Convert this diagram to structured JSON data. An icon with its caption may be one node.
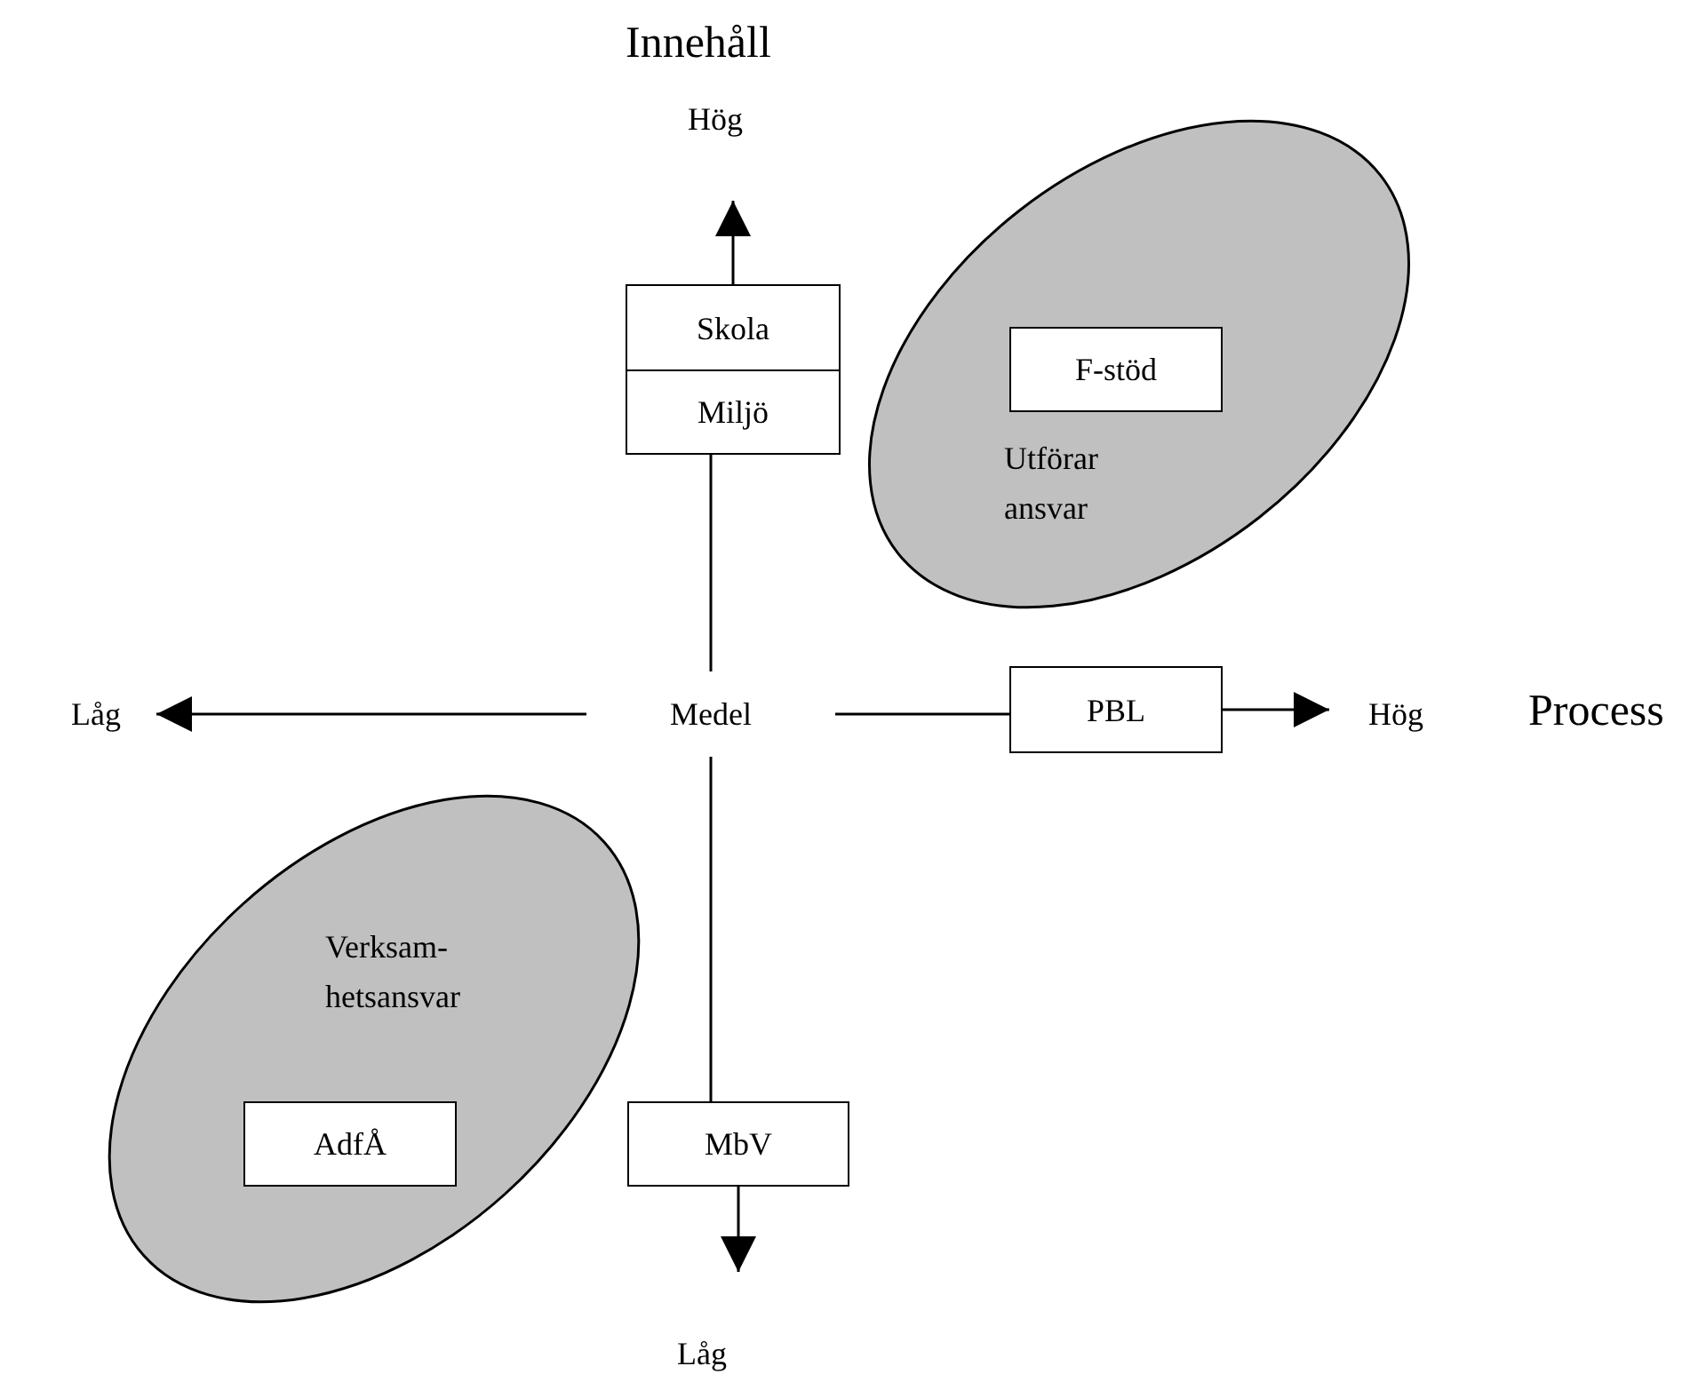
{
  "diagram": {
    "nodes": [
      {
        "text": [
          "Skola"
        ]
      },
      {
        "text": [
          "Miljö"
        ]
      },
      {
        "text": [
          "Utförar ansvar"
        ]
      },
      {
        "text": [
          "F-stöd"
        ],
        "in": 2
      },
      {
        "text": [
          "Medel"
        ]
      },
      {
        "text": [
          "PBL"
        ]
      },
      {
        "text": [
          "Verksam- hetsansvar"
        ]
      },
      {
        "text": [
          "AdfÅ"
        ],
        "in": 6
      },
      {
        "text": [
          "MbV"
        ]
      }
    ],
    "edges": [
      {
        "from": 0,
        "to": null,
        "arrow": "to"
      },
      {
        "from": 4,
        "to": 1,
        "arrow": "none"
      },
      {
        "from": 4,
        "to": null,
        "arrow": "to"
      },
      {
        "from": 4,
        "to": 5,
        "arrow": "none"
      },
      {
        "from": 5,
        "to": null,
        "arrow": "to"
      },
      {
        "from": 4,
        "to": 8,
        "arrow": "none"
      },
      {
        "from": 8,
        "to": null,
        "arrow": "to"
      }
    ],
    "labels": [
      "Innehåll",
      "Hög",
      "Låg",
      "Hög",
      "Process",
      "Låg"
    ]
  }
}
